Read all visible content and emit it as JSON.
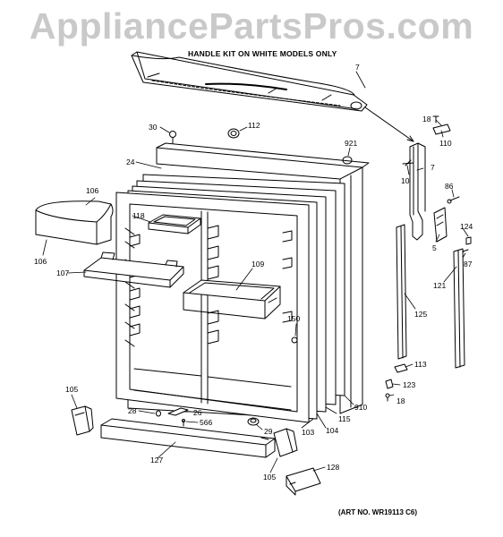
{
  "watermark": "AppliancePartsPros.com",
  "kit_title": "HANDLE KIT ON WHITE MODELS ONLY",
  "art_number": "(ART NO. WR19113 C6)",
  "part_labels": {
    "p7_handle": "7",
    "p18_top": "18",
    "p110": "110",
    "p30": "30",
    "p112": "112",
    "p921": "921",
    "p24": "24",
    "p7_bracket": "7",
    "p10": "10",
    "p106_top": "106",
    "p86": "86",
    "p118": "118",
    "p124": "124",
    "p5": "5",
    "p87": "87",
    "p106_bottom": "106",
    "p107": "107",
    "p109": "109",
    "p121": "121",
    "p150": "150",
    "p125": "125",
    "p113": "113",
    "p123": "123",
    "p18_bottom": "18",
    "p105_left": "105",
    "p910": "910",
    "p28": "28",
    "p26": "26",
    "p566": "566",
    "p115": "115",
    "p29": "29",
    "p103": "103",
    "p104": "104",
    "p127": "127",
    "p128": "128",
    "p105_bottom": "105"
  }
}
